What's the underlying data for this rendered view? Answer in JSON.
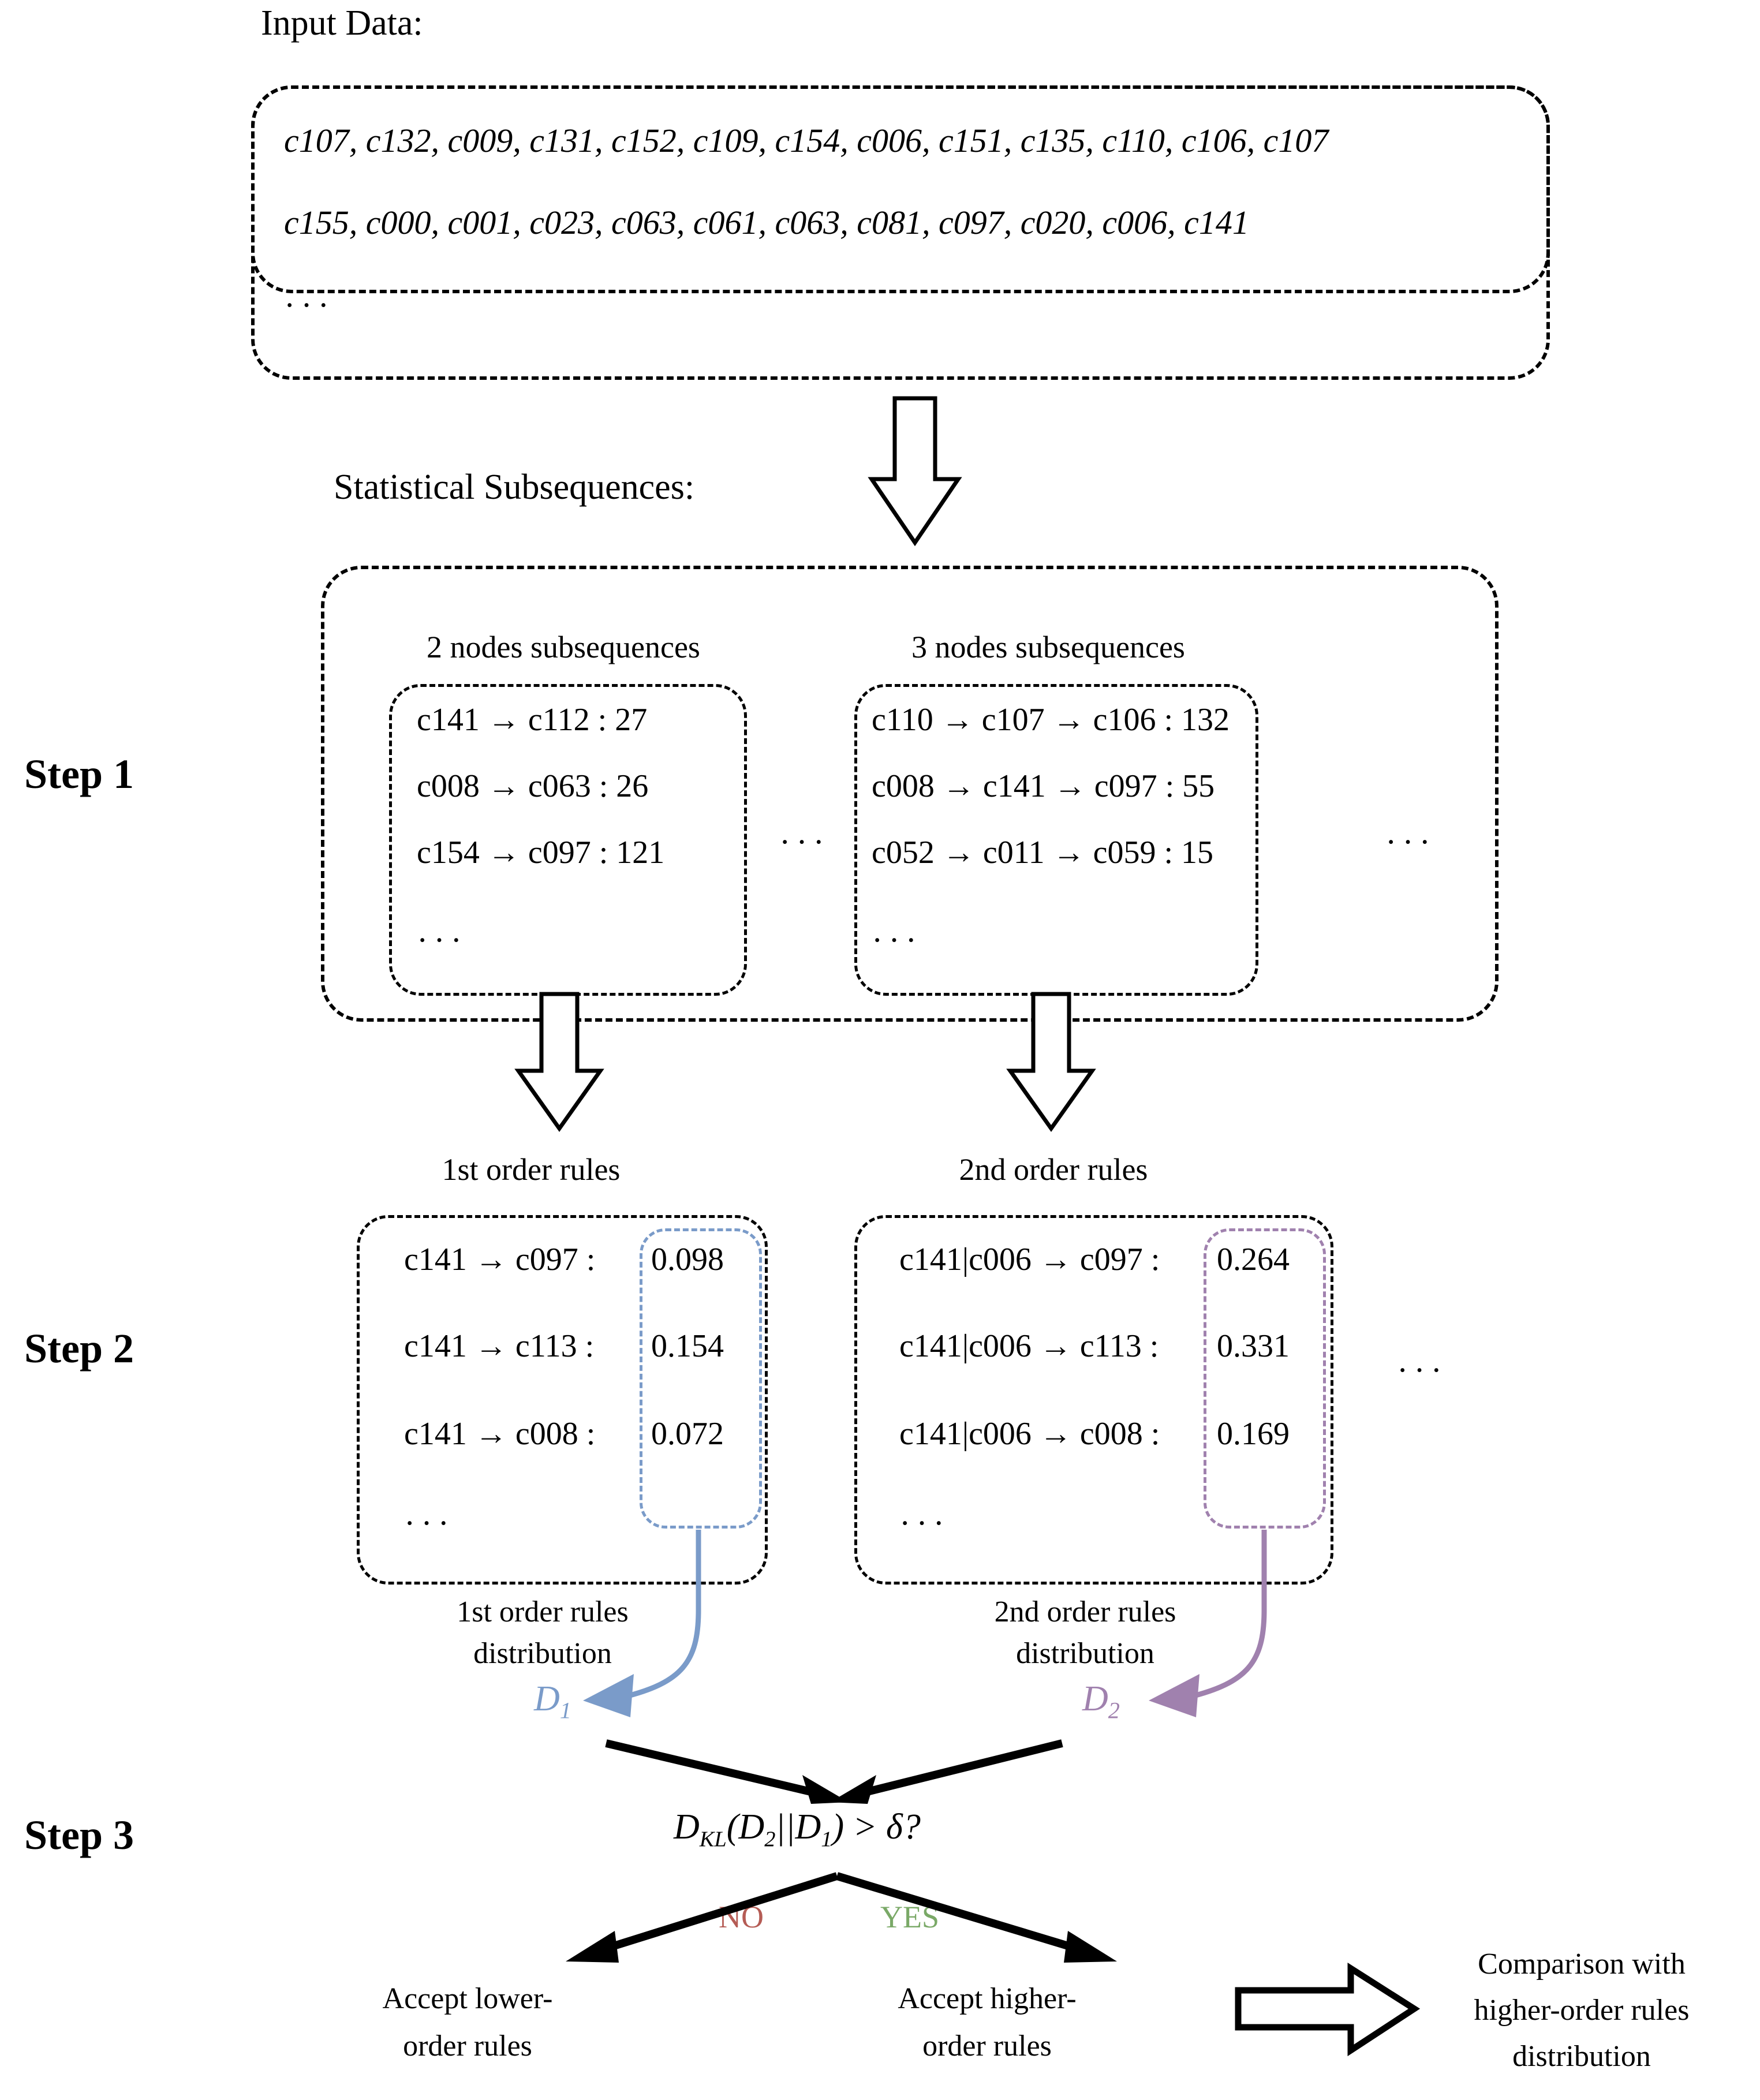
{
  "figure": {
    "title_input": "Input Data:",
    "title_subsequences": "Statistical Subsequences:"
  },
  "steps": {
    "step1": "Step 1",
    "step2": "Step 2",
    "step3": "Step 3"
  },
  "input_data": {
    "lines": [
      "c107, c132, c009, c131, c152, c109, c154, c006, c151, c135, c110, c106, c107",
      "c155, c000, c001, c023, c063, c061, c063, c081, c097, c020, c006, c141"
    ],
    "more": "···"
  },
  "step1": {
    "col_left": {
      "title": "2 nodes subsequences",
      "rules": [
        "c141 → c112 : 27",
        "c008 → c063 : 26",
        "c154 → c097 : 121"
      ],
      "more": "···"
    },
    "col_right": {
      "title": "3 nodes subsequences",
      "rules": [
        "c110 → c107 → c106 : 132",
        "c008 → c141 → c097 : 55",
        "c052 → c011 → c059 : 15"
      ],
      "more": "···"
    },
    "between_ellipsis": "···",
    "outer_ellipsis": "···"
  },
  "step2": {
    "col_left": {
      "title": "1st order rules",
      "rules": [
        {
          "lhs": "c141 → c097 :",
          "value": "0.098"
        },
        {
          "lhs": "c141 → c113 :",
          "value": "0.154"
        },
        {
          "lhs": "c141 → c008 :",
          "value": "0.072"
        }
      ],
      "more": "···",
      "caption_line1": "1st order rules",
      "caption_line2": "distribution",
      "dist_label": "D",
      "dist_sub": "1",
      "accent": "#7a9bc9"
    },
    "col_right": {
      "title": "2nd order rules",
      "rules": [
        {
          "lhs": "c141|c006 → c097 :",
          "value": "0.264"
        },
        {
          "lhs": "c141|c006 → c113 :",
          "value": "0.331"
        },
        {
          "lhs": "c141|c006 → c008 :",
          "value": "0.169"
        }
      ],
      "more": "···",
      "caption_line1": "2nd order rules",
      "caption_line2": "distribution",
      "dist_label": "D",
      "dist_sub": "2",
      "accent": "#a081ae"
    },
    "outer_ellipsis": "···"
  },
  "step3": {
    "formula_main": "D",
    "formula_sub": "KL",
    "formula_rest": "(D",
    "formula_sub2": "2",
    "formula_mid": "||D",
    "formula_sub3": "1",
    "formula_tail": ") > δ?",
    "formula_plain": "D_KL(D_2||D_1) > δ?",
    "branch_no": "NO",
    "branch_yes": "YES",
    "no_color": "#b55c55",
    "yes_color": "#7aa967",
    "accept_lower_line1": "Accept lower-",
    "accept_lower_line2": "order rules",
    "accept_higher_line1": "Accept higher-",
    "accept_higher_line2": "order rules",
    "comparison_line1": "Comparison with",
    "comparison_line2": "higher-order rules",
    "comparison_line3": "distribution"
  },
  "icons": {
    "down_arrow": "hollow-down-arrow",
    "right_arrow": "hollow-right-arrow"
  }
}
